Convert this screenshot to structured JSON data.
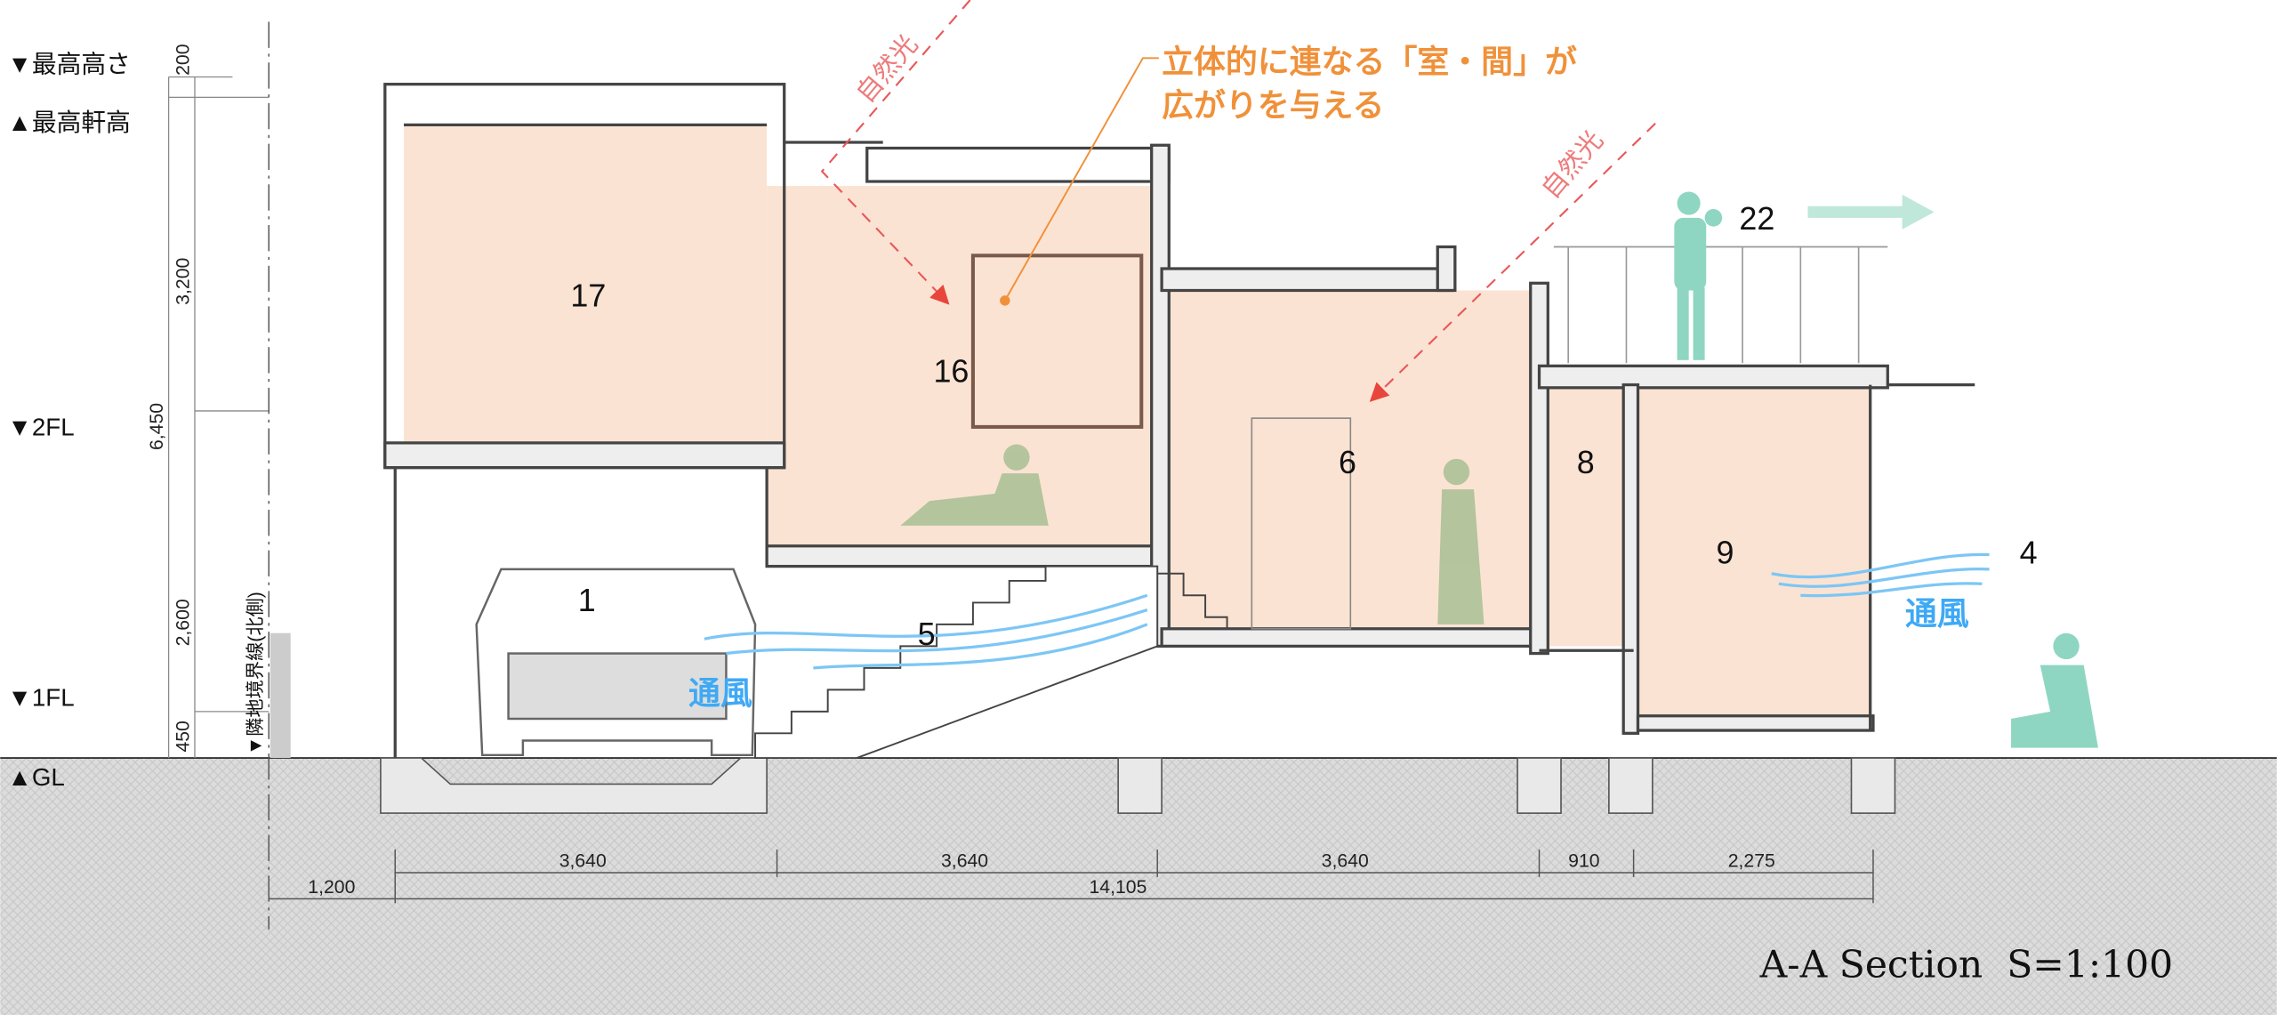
{
  "levels": {
    "max_height": "▼最高高さ",
    "max_eave": "▲最高軒高",
    "fl2": "▼2FL",
    "fl1": "▼1FL",
    "gl": "▲GL"
  },
  "vertical_dims": {
    "d200": "200",
    "d3200": "3,200",
    "d6450": "6,450",
    "d2600": "2,600",
    "d450": "450"
  },
  "boundary_label": "▼隣地境界線(北側)",
  "horizontal_dims": {
    "spans": [
      "3,640",
      "3,640",
      "3,640",
      "910",
      "2,275"
    ],
    "offset": "1,200",
    "total": "14,105"
  },
  "rooms": {
    "r17": "17",
    "r16": "16",
    "r6": "6",
    "r8": "8",
    "r9": "9",
    "r1": "1",
    "r5": "5",
    "r4": "4",
    "r22": "22"
  },
  "annotation": {
    "line1": "立体的に連なる「室・間」が",
    "line2": "広がりを与える"
  },
  "light_label": "自然光",
  "wind_label": "通風",
  "title": "A-A Section  S=1:100",
  "colors": {
    "room_fill": "#fbe3d3",
    "orange": "#f0913a",
    "light_red": "#e8585a",
    "wind_blue": "#3fa9f5",
    "figure_teal": "#8fd6c2",
    "ground": "#d9d9d9"
  }
}
